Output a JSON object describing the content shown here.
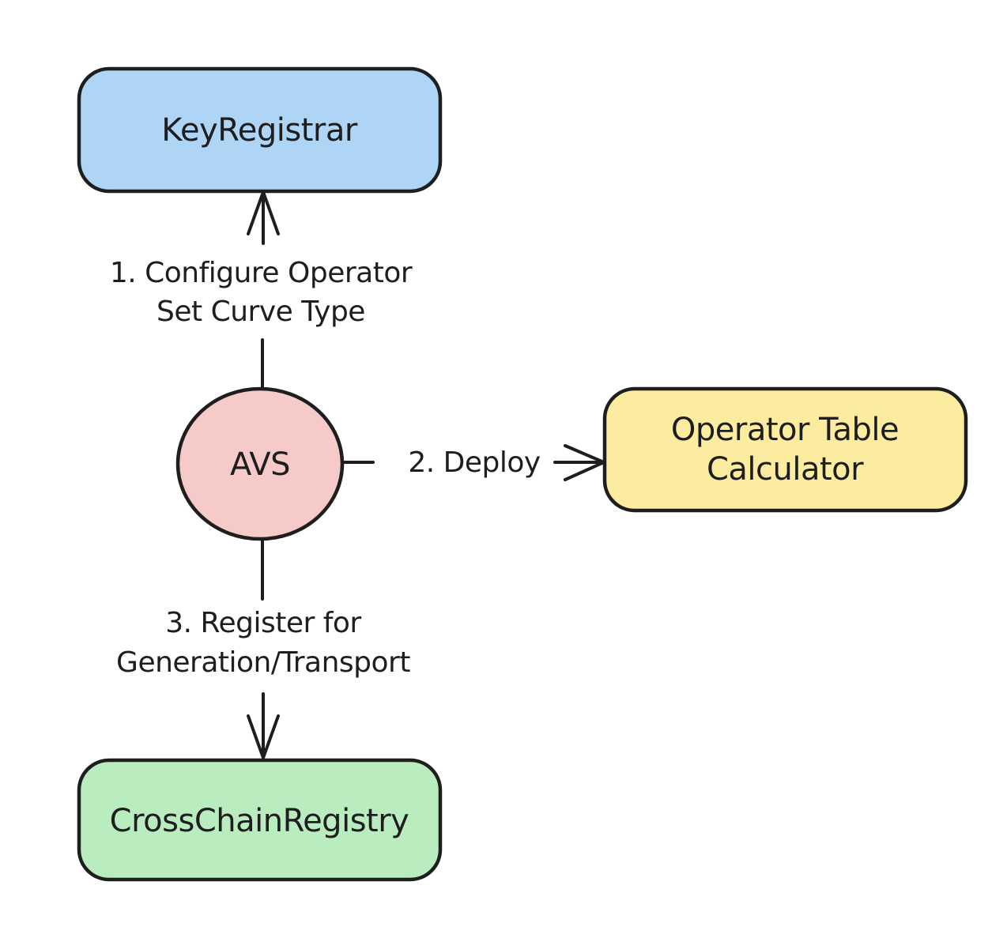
{
  "diagram": {
    "background_color": "#ffffff",
    "stroke_color": "#1e1e1e",
    "text_color": "#1e1e1e",
    "nodes": {
      "key_registrar": {
        "label": "KeyRegistrar",
        "fill": "#aed5f6",
        "shape": "rounded-rect"
      },
      "avs": {
        "label": "AVS",
        "fill": "#f7caca",
        "shape": "ellipse"
      },
      "operator_table_calculator": {
        "label_line1": "Operator Table",
        "label_line2": "Calculator",
        "fill": "#fbeca0",
        "shape": "rounded-rect"
      },
      "cross_chain_registry": {
        "label": "CrossChainRegistry",
        "fill": "#b9edc0",
        "shape": "rounded-rect"
      }
    },
    "edges": {
      "configure": {
        "from": "AVS",
        "to": "KeyRegistrar",
        "label_line1": "1. Configure Operator",
        "label_line2": "Set Curve Type",
        "direction": "up"
      },
      "deploy": {
        "from": "AVS",
        "to": "Operator Table Calculator",
        "label": "2. Deploy",
        "direction": "right"
      },
      "register": {
        "from": "AVS",
        "to": "CrossChainRegistry",
        "label_line1": "3. Register for",
        "label_line2": "Generation/Transport",
        "direction": "down"
      }
    }
  }
}
